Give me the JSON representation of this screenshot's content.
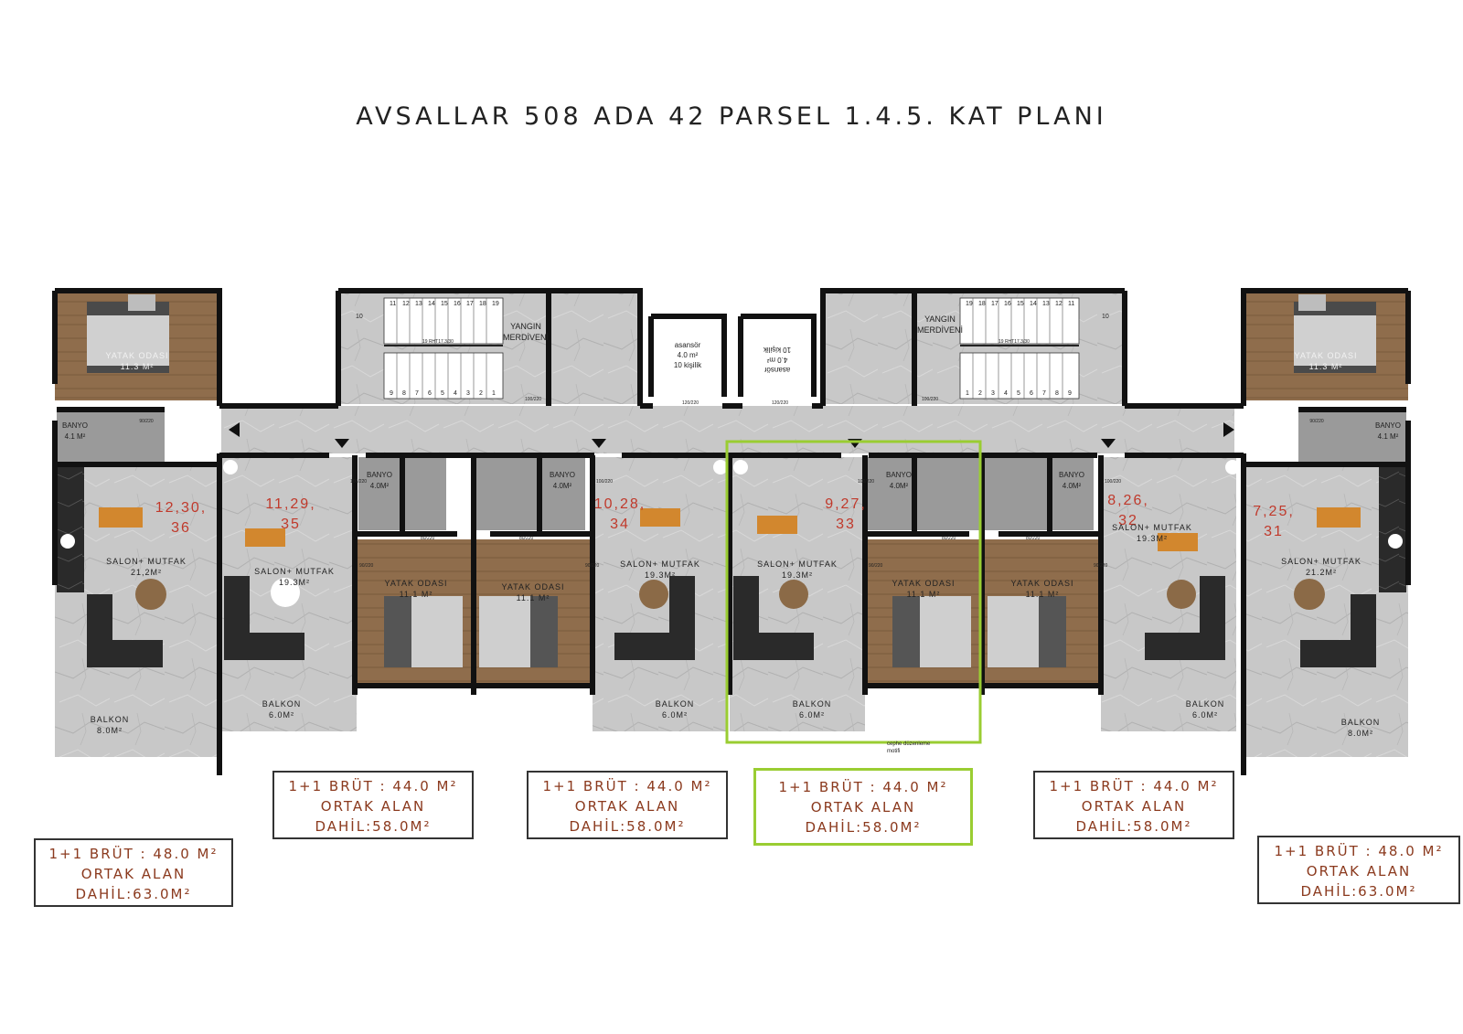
{
  "title": "AVSALLAR 508 ADA 42 PARSEL 1.4.5. KAT PLANI",
  "colors": {
    "wall": "#1a1a1a",
    "floor": "#c9c9c9",
    "wood": "#8a6a4a",
    "highlight": "#9acd32",
    "unit_number": "#c0392b",
    "area_text": "#8b3a1e"
  },
  "stairs": [
    {
      "label_line1": "YANGIN",
      "label_line2": "MERDİVENİ",
      "top_steps": [
        "11",
        "12",
        "13",
        "14",
        "15",
        "16",
        "17",
        "18",
        "19"
      ],
      "bottom_steps": [
        "9",
        "8",
        "7",
        "6",
        "5",
        "4",
        "3",
        "2",
        "1"
      ],
      "landing": "10",
      "note": "19 RHT17.3/30",
      "door": "100/220"
    },
    {
      "label_line1": "YANGIN",
      "label_line2": "MERDİVENİ",
      "top_steps": [
        "19",
        "18",
        "17",
        "16",
        "15",
        "14",
        "13",
        "12",
        "11"
      ],
      "bottom_steps": [
        "1",
        "2",
        "3",
        "4",
        "5",
        "6",
        "7",
        "8",
        "9"
      ],
      "landing": "10",
      "note": "19 RHT17.3/30",
      "door": "100/220"
    }
  ],
  "elevators": [
    {
      "line1": "asansör",
      "line2": "4.0 m²",
      "line3": "10 kişilik",
      "door": "120/220"
    },
    {
      "line1": "asansör",
      "line2": "4.0 m²",
      "line3": "10 kişilik",
      "door": "120/220"
    }
  ],
  "corner_rooms": [
    {
      "bedroom": "YATAK ODASI",
      "bedroom_area": "11.3 M²",
      "bath": "BANYO",
      "bath_area": "4.1 M²",
      "door": "90/220"
    },
    {
      "bedroom": "YATAK ODASI",
      "bedroom_area": "11.3 M²",
      "bath": "BANYO",
      "bath_area": "4.1 M²",
      "door": "90/220"
    }
  ],
  "units": [
    {
      "numbers_line1": "12,30,",
      "numbers_line2": "36",
      "salon": "SALON+ MUTFAK",
      "salon_area": "21,2M²",
      "balcony": "BALKON",
      "balcony_area": "8.0M²"
    },
    {
      "numbers_line1": "11,29,",
      "numbers_line2": "35",
      "salon": "SALON+ MUTFAK",
      "salon_area": "19.3M²",
      "bath": "BANYO",
      "bath_area": "4.0M²",
      "bedroom": "YATAK ODASI",
      "bedroom_area": "11.1 M²",
      "balcony": "BALKON",
      "balcony_area": "6.0M²"
    },
    {
      "numbers_line1": "10,28,",
      "numbers_line2": "34",
      "salon": "SALON+ MUTFAK",
      "salon_area": "19.3M²",
      "bath": "BANYO",
      "bath_area": "4.0M²",
      "bedroom": "YATAK ODASI",
      "bedroom_area": "11.1 M²",
      "balcony": "BALKON",
      "balcony_area": "6.0M²"
    },
    {
      "numbers_line1": "9,27,",
      "numbers_line2": "33",
      "salon": "SALON+ MUTFAK",
      "salon_area": "19.3M²",
      "bath": "BANYO",
      "bath_area": "4.0M²",
      "bedroom": "YATAK ODASI",
      "bedroom_area": "11.1 M²",
      "balcony": "BALKON",
      "balcony_area": "6.0M²",
      "note_line1": "cephe düzenleme",
      "note_line2": "motifi"
    },
    {
      "numbers_line1": "8,26,",
      "numbers_line2": "32",
      "salon": "SALON+ MUTFAK",
      "salon_area": "19.3M²",
      "bath": "BANYO",
      "bath_area": "4.0M²",
      "bedroom": "YATAK ODASI",
      "bedroom_area": "11.1 M²",
      "balcony": "BALKON",
      "balcony_area": "6.0M²"
    },
    {
      "numbers_line1": "7,25,",
      "numbers_line2": "31",
      "salon": "SALON+ MUTFAK",
      "salon_area": "21.2M²",
      "balcony": "BALKON",
      "balcony_area": "8.0M²"
    }
  ],
  "door_codes": {
    "bath": "80/220",
    "bedroom": "90/220",
    "entry": "100/220"
  },
  "area_boxes": [
    {
      "line1": "1+1 BRÜT : 48.0 M²",
      "line2": "ORTAK ALAN",
      "line3": "DAHİL:63.0M²"
    },
    {
      "line1": "1+1 BRÜT : 44.0 M²",
      "line2": "ORTAK ALAN",
      "line3": "DAHİL:58.0M²"
    },
    {
      "line1": "1+1 BRÜT : 44.0 M²",
      "line2": "ORTAK ALAN",
      "line3": "DAHİL:58.0M²"
    },
    {
      "line1": "1+1 BRÜT : 44.0 M²",
      "line2": "ORTAK ALAN",
      "line3": "DAHİL:58.0M²"
    },
    {
      "line1": "1+1 BRÜT : 44.0 M²",
      "line2": "ORTAK ALAN",
      "line3": "DAHİL:58.0M²"
    },
    {
      "line1": "1+1 BRÜT : 48.0 M²",
      "line2": "ORTAK ALAN",
      "line3": "DAHİL:63.0M²"
    }
  ]
}
